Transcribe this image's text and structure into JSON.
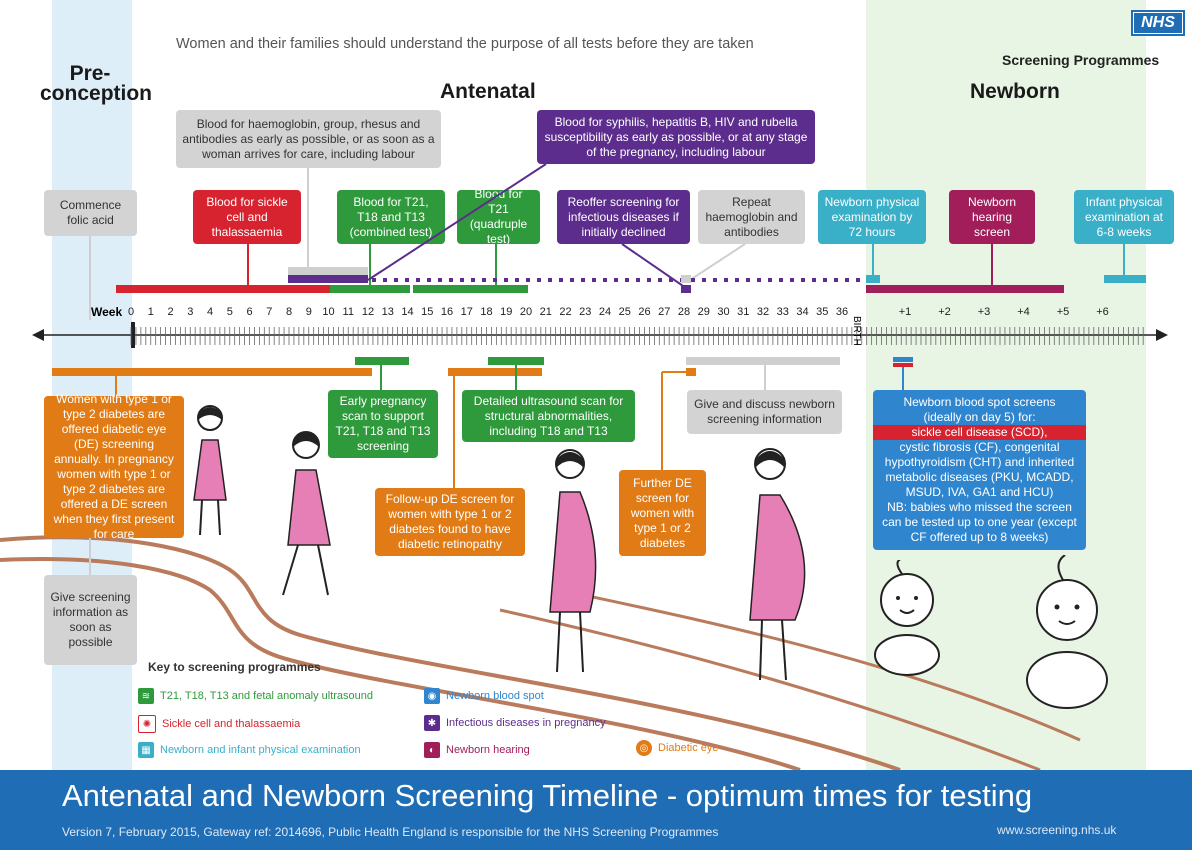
{
  "header": {
    "subtitle": "Women and their families should understand the purpose of all tests before they are taken",
    "preconception": "Pre-conception",
    "antenatal": "Antenatal",
    "newborn": "Newborn",
    "nhs": "NHS",
    "screening_programmes": "Screening Programmes"
  },
  "top_boxes": {
    "blood_haemoglobin": "Blood for haemoglobin, group, rhesus and antibodies as early as possible, or as soon as a woman arrives for care, including labour",
    "blood_syphilis": "Blood for syphilis, hepatitis B, HIV and rubella susceptibility as early as possible, or at any stage of the pregnancy, including labour",
    "folic_acid": "Commence folic acid",
    "sickle": "Blood for sickle cell and thalassaemia",
    "t21_combined": "Blood for T21, T18 and T13 (combined test)",
    "t21_quadruple": "Blood for T21 (quadruple test)",
    "reoffer": "Reoffer screening for infectious diseases if initially declined",
    "repeat_haemoglobin": "Repeat haemoglobin and antibodies",
    "newborn_physical": "Newborn physical examination by 72 hours",
    "newborn_hearing": "Newborn hearing screen",
    "infant_physical": "Infant physical examination at 6-8 weeks"
  },
  "timeline": {
    "week_label": "Week",
    "weeks": [
      "0",
      "1",
      "2",
      "3",
      "4",
      "5",
      "6",
      "7",
      "8",
      "9",
      "10",
      "11",
      "12",
      "13",
      "14",
      "15",
      "16",
      "17",
      "18",
      "19",
      "20",
      "21",
      "22",
      "23",
      "24",
      "25",
      "26",
      "27",
      "28",
      "29",
      "30",
      "31",
      "32",
      "33",
      "34",
      "35",
      "36"
    ],
    "birth": "BIRTH",
    "post_weeks": [
      "+1",
      "+2",
      "+3",
      "+4",
      "+5",
      "+6"
    ]
  },
  "bottom_boxes": {
    "diabetic_eye": "Women with type 1 or type 2 diabetes are offered diabetic eye (DE) screening annually. In pregnancy women with type 1 or type 2 diabetes are offered a DE screen when they first present for care",
    "early_scan": "Early pregnancy scan to support T21, T18 and T13 screening",
    "detailed_scan": "Detailed ultrasound scan for structural abnormalities, including T18 and T13",
    "followup_de": "Follow-up DE screen for women with type 1 or 2 diabetes found to have diabetic retinopathy",
    "further_de": "Further DE screen for women with type 1 or 2 diabetes",
    "give_discuss": "Give and discuss newborn screening information",
    "give_info": "Give screening information as soon as possible",
    "bloodspot_intro": "Newborn blood spot screens (ideally on day 5) for:",
    "bloodspot_scd": "sickle cell disease (SCD),",
    "bloodspot_rest": "cystic fibrosis (CF), congenital hypothyroidism (CHT) and inherited metabolic diseases (PKU, MCADD, MSUD, IVA, GA1 and HCU)",
    "bloodspot_nb": "NB: babies who missed the screen can be tested up to one year (except CF offered up to 8 weeks)"
  },
  "key": {
    "title": "Key to screening programmes",
    "items": [
      {
        "label": "T21, T18, T13 and fetal anomaly ultrasound",
        "color": "#2f9a3c"
      },
      {
        "label": "Sickle cell and thalassaemia",
        "color": "#d7232f"
      },
      {
        "label": "Newborn and infant physical examination",
        "color": "#3aafc8"
      },
      {
        "label": "Newborn blood spot",
        "color": "#2f86cf"
      },
      {
        "label": "Infectious diseases in pregnancy",
        "color": "#5c2d8c"
      },
      {
        "label": "Newborn hearing",
        "color": "#a11e5a"
      },
      {
        "label": "Diabetic eye",
        "color": "#e07b16"
      }
    ]
  },
  "footer": {
    "title": "Antenatal and Newborn Screening Timeline - optimum times for testing",
    "version": "Version 7, February 2015, Gateway ref: 2014696, Public Health England is responsible for the NHS Screening Programmes",
    "url": "www.screening.nhs.uk"
  }
}
